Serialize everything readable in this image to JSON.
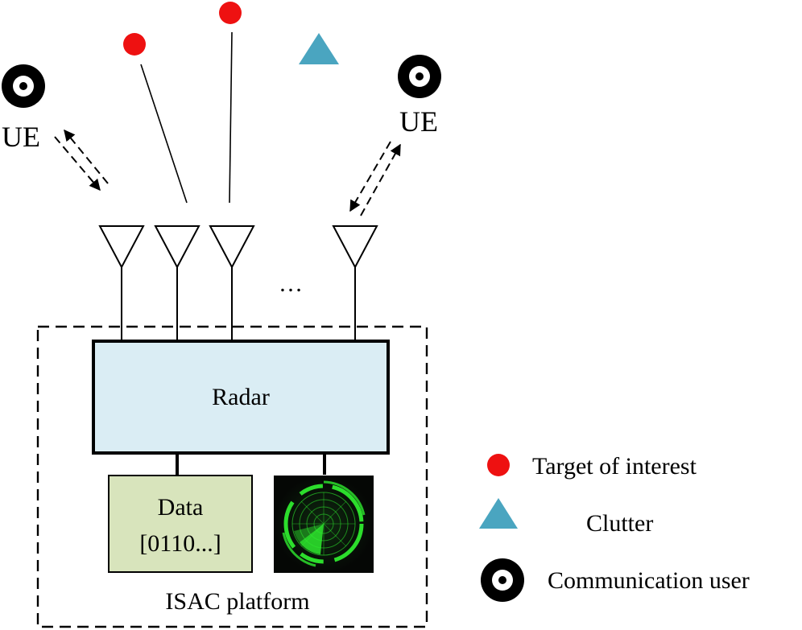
{
  "labels": {
    "ue_left": "UE",
    "ue_right": "UE",
    "ellipsis": "…",
    "radar_block": "Radar",
    "data_title": "Data",
    "data_bits": "[0110...]",
    "platform": "ISAC platform"
  },
  "legend": [
    {
      "symbol": "red-circle",
      "text": "Target of interest"
    },
    {
      "symbol": "blue-triangle",
      "text": "Clutter"
    },
    {
      "symbol": "black-ring",
      "text": "Communication user"
    }
  ],
  "colors": {
    "target_red": "#ee1111",
    "clutter_blue": "#4aa5c0",
    "radar_fill": "#daedf4",
    "data_fill": "#d8e4bc",
    "scope_green": "#2eea2e",
    "scope_bg": "#0a0d0a"
  }
}
